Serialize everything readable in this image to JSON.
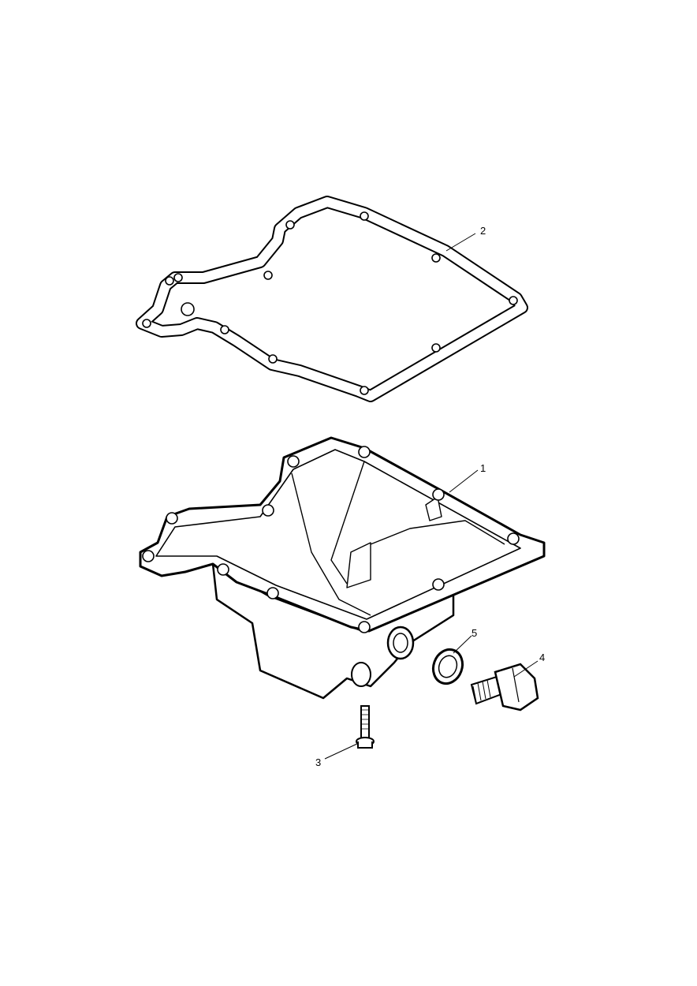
{
  "callouts": [
    {
      "number": "1",
      "part": "oil-pan"
    },
    {
      "number": "2",
      "part": "gasket"
    },
    {
      "number": "3",
      "part": "bolt"
    },
    {
      "number": "4",
      "part": "drain-plug"
    },
    {
      "number": "5",
      "part": "sealing-washer"
    }
  ],
  "colors": {
    "line": "#000000",
    "background": "#ffffff"
  }
}
